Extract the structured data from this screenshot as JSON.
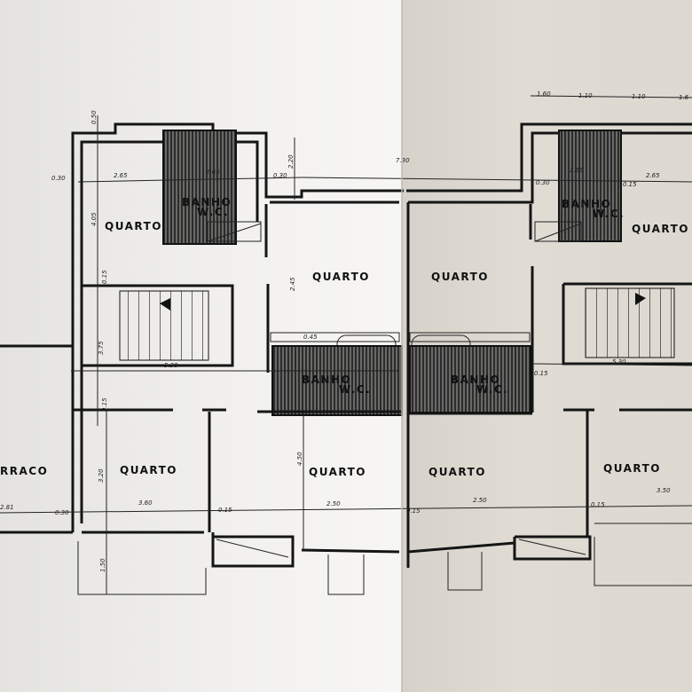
{
  "plan": {
    "rooms": {
      "quarto_top_left": "QUARTO",
      "quarto_center_left": "QUARTO",
      "quarto_center_right": "QUARTO",
      "quarto_top_right": "QUARTO",
      "quarto_bottom_1": "QUARTO",
      "quarto_bottom_2": "QUARTO",
      "quarto_bottom_3": "QUARTO",
      "quarto_bottom_4": "QUARTO",
      "terraco_partial": "RRACO",
      "banho_top_left": "BANHO",
      "wc_top_left": "W.C.",
      "banho_top_right": "BANHO",
      "wc_top_right": "W.C.",
      "banho_mid_left": "BANHO",
      "wc_mid_left": "W.C.",
      "banho_mid_right": "BANHO",
      "wc_mid_right": "W.C."
    },
    "dimensions": {
      "d1": "0.50",
      "d2": "0.30",
      "d3": "2.65",
      "d4": "2.65",
      "d5": "4.05",
      "d6": "2.20",
      "d7": "0.30",
      "d8": "7.30",
      "d9": "0.15",
      "d10": "3.75",
      "d11": "5.30",
      "d12": "2.45",
      "d13": "0.45",
      "d14": "0.15",
      "d15": "3.20",
      "d16": "3.60",
      "d17": "0.15",
      "d18": "2.81",
      "d19": "0.30",
      "d20": "4.50",
      "d21": "2.50",
      "d22": "1.50",
      "d23": "1.60",
      "d24": "1.10",
      "d25": "1.10",
      "d26": "1.6",
      "d27": "2.65",
      "d28": "2.65",
      "d29": "0.30",
      "d30": "0.15",
      "d31": "5.30",
      "d32": "0.15",
      "d33": "2.50",
      "d34": "3.50",
      "d35": "0.15",
      "d36": "0.15"
    }
  }
}
